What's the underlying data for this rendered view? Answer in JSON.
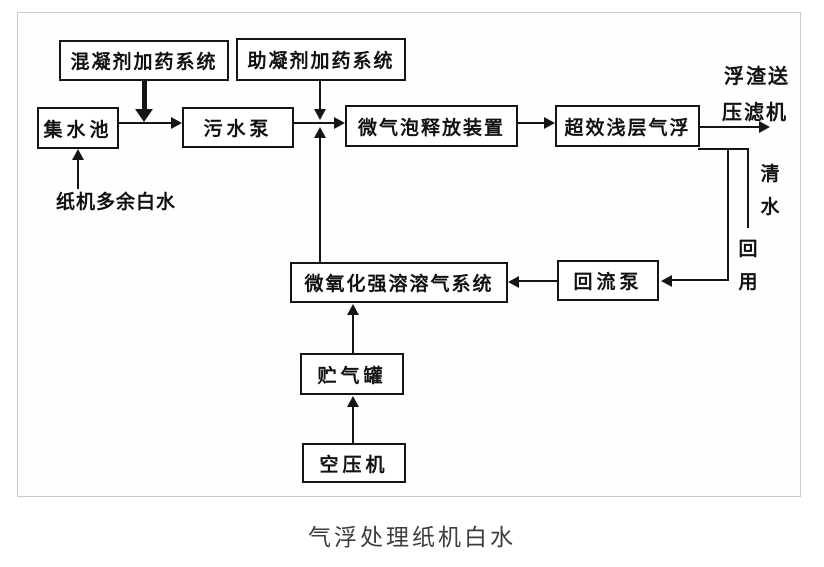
{
  "diagram": {
    "caption": "气浮处理纸机白水",
    "nodes": {
      "coagulant_system": "混凝剂加药系统",
      "flocculant_system": "助凝剂加药系统",
      "collecting_tank": "集水池",
      "sewage_pump": "污水泵",
      "microbubble_device": "微气泡释放装置",
      "shallow_daf": "超效浅层气浮",
      "dissolved_air_system": "微氧化强溶溶气系统",
      "reflux_pump": "回流泵",
      "gas_storage_tank": "贮气罐",
      "air_compressor": "空压机"
    },
    "labels": {
      "white_water_in": "纸机多余白水",
      "scum_line1": "浮渣送",
      "scum_line2": "压滤机",
      "clear_water": "清水",
      "reuse": "回用"
    },
    "colors": {
      "line": "#151515",
      "box_border": "#151515",
      "outer_border": "#cbcbcb",
      "caption_text": "#3d3d3d",
      "background": "#ffffff"
    }
  }
}
